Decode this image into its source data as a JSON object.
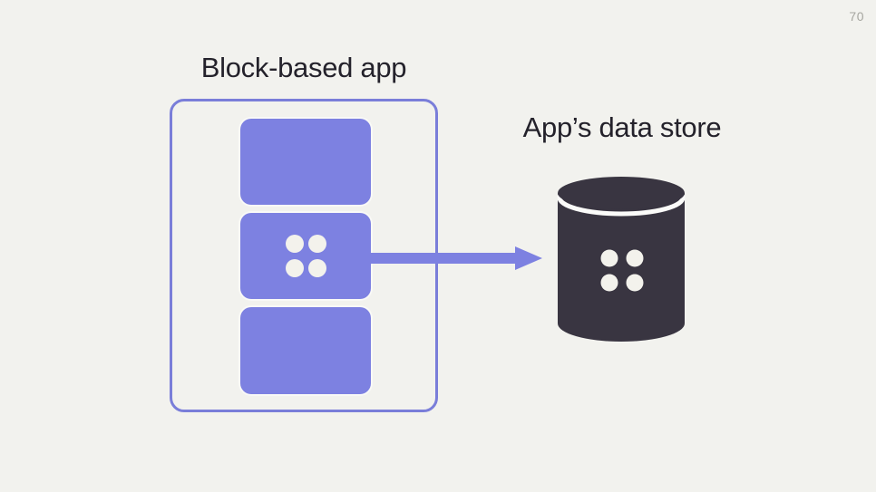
{
  "page": {
    "number": "70"
  },
  "app": {
    "title": "Block-based app",
    "blocks": [
      {
        "label": "block-top",
        "has_dots": false
      },
      {
        "label": "block-middle",
        "has_dots": true
      },
      {
        "label": "block-bottom",
        "has_dots": false
      }
    ]
  },
  "arrow": {
    "direction": "right"
  },
  "data_store": {
    "title": "App’s data store"
  },
  "colors": {
    "background": "#f2f2ee",
    "purple": "#7d81e1",
    "outline_purple": "#7a7ed9",
    "dark": "#393541",
    "text": "#24222b",
    "dot_white": "#f3f2ec",
    "separator_white": "#fbfbf9",
    "page_number_gray": "#a6a6a0"
  }
}
